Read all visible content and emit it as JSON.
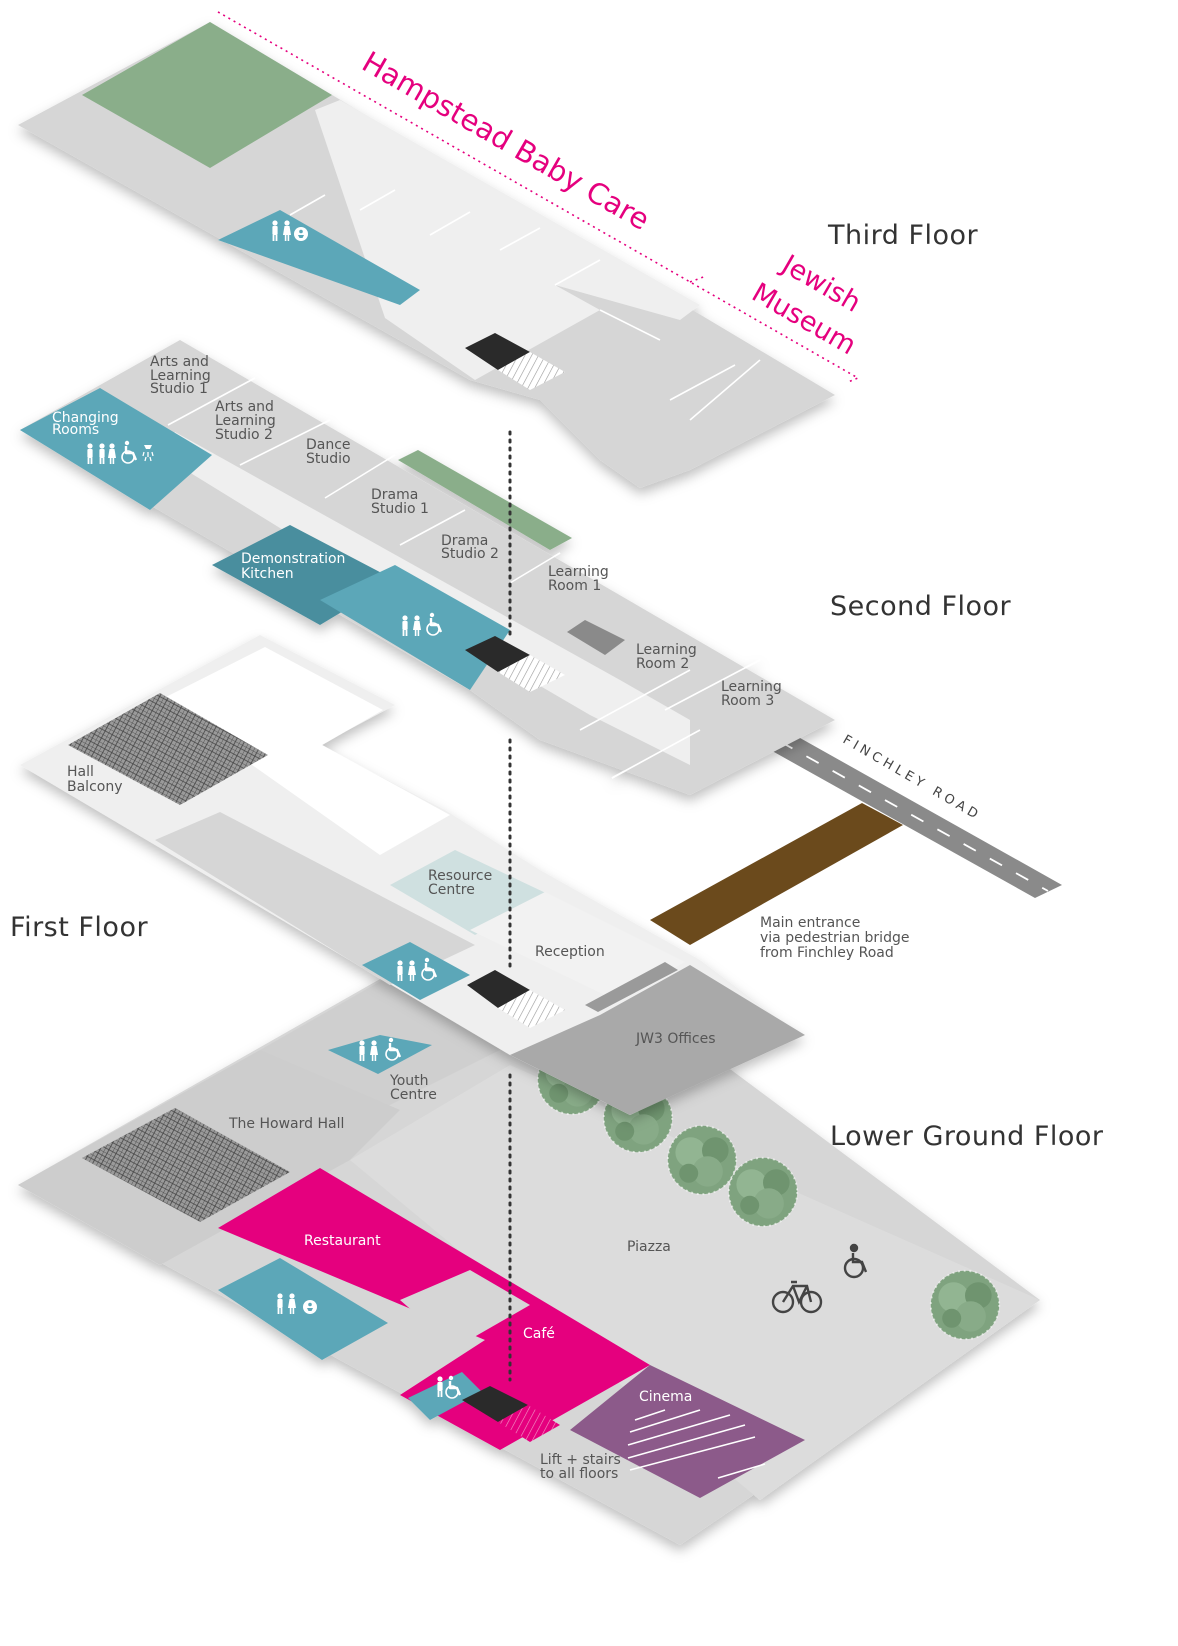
{
  "floors": {
    "third": "Third Floor",
    "second": "Second Floor",
    "first": "First Floor",
    "lower_ground": "Lower Ground Floor"
  },
  "tenants": {
    "hampstead": "Hampstead Baby Care",
    "jewish_1": "Jewish",
    "jewish_2": "Museum"
  },
  "road": "FINCHLEY ROAD",
  "second_floor_rooms": {
    "arts1": [
      "Arts and",
      "Learning",
      "Studio 1"
    ],
    "arts2": [
      "Arts  and",
      "Learning",
      "Studio 2"
    ],
    "changing": [
      "Changing",
      "Rooms"
    ],
    "dance": [
      "Dance",
      "Studio"
    ],
    "drama1": [
      "Drama",
      "Studio 1"
    ],
    "drama2": [
      "Drama",
      "Studio 2"
    ],
    "demo": [
      "Demonstration",
      "Kitchen"
    ],
    "learning1": [
      "Learning",
      "Room 1"
    ],
    "learning2": [
      "Learning",
      "Room 2"
    ],
    "learning3": [
      "Learning",
      "Room 3"
    ]
  },
  "first_floor_rooms": {
    "balcony": [
      "Hall",
      "Balcony"
    ],
    "resource": [
      "Resource",
      "Centre"
    ],
    "reception": "Reception",
    "entrance": [
      "Main entrance",
      "via pedestrian bridge",
      "from Finchley Road"
    ],
    "offices": "JW3 Offices"
  },
  "lower_ground_rooms": {
    "youth": [
      "Youth",
      "Centre"
    ],
    "howard": "The Howard Hall",
    "restaurant": "Restaurant",
    "piazza": "Piazza",
    "cafe": "Café",
    "cinema": "Cinema",
    "lift": [
      "Lift + stairs",
      "to all floors"
    ]
  },
  "colors": {
    "room": "#d6d6d6",
    "corridor": "#efefef",
    "facilities": "#5ba7b8",
    "kitchen": "#4a8e9e",
    "green": "#8aae8a",
    "lift": "#2b2b2b",
    "restaurant": "#e5007e",
    "cinema": "#8c5a8a",
    "bridge": "#6b4a1c",
    "offices": "#a9a9a9",
    "road": "#8a8a8a",
    "tree": "#7fa37f"
  },
  "icons": [
    "toilets-icon",
    "baby-change-icon",
    "accessible-icon",
    "shower-icon",
    "bicycle-icon",
    "tree-icon",
    "lift-icon",
    "stairs-icon"
  ]
}
